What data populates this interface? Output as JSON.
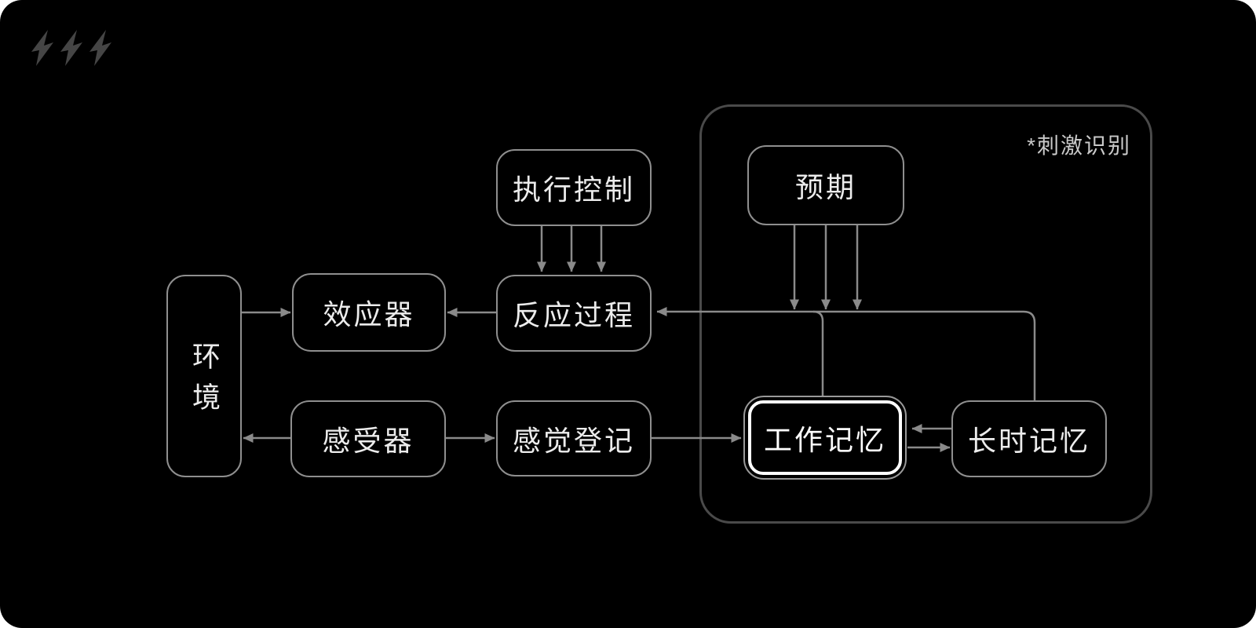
{
  "page": {
    "background": "#ffffff",
    "canvas_background": "#000000"
  },
  "decor": {
    "icons": [
      "lightning-bolt-icon",
      "lightning-bolt-icon",
      "lightning-bolt-icon"
    ]
  },
  "diagram": {
    "container": {
      "label": "*刺激识别"
    },
    "nodes": {
      "environment": {
        "label": "环境"
      },
      "effector": {
        "label": "效应器"
      },
      "receptor": {
        "label": "感受器"
      },
      "executive_control": {
        "label": "执行控制"
      },
      "response_process": {
        "label": "反应过程"
      },
      "sensory_register": {
        "label": "感觉登记"
      },
      "expectation": {
        "label": "预期"
      },
      "working_memory": {
        "label": "工作记忆",
        "highlighted": true
      },
      "long_term_memory": {
        "label": "长时记忆"
      }
    },
    "edges": [
      {
        "from": "执行控制",
        "to": "反应过程",
        "style": "three-down-arrows"
      },
      {
        "from": "环境",
        "to": "效应器"
      },
      {
        "from": "反应过程",
        "to": "效应器"
      },
      {
        "from": "感受器",
        "to": "环境"
      },
      {
        "from": "感受器",
        "to": "感觉登记"
      },
      {
        "from": "感觉登记",
        "to": "工作记忆"
      },
      {
        "from": "预期",
        "to": "反应过程连线",
        "style": "three-down-arrows"
      },
      {
        "from": "工作记忆",
        "to": "反应过程"
      },
      {
        "from": "长时记忆",
        "to": "反应过程"
      },
      {
        "from": "长时记忆",
        "to": "工作记忆"
      },
      {
        "from": "工作记忆",
        "to": "长时记忆"
      }
    ]
  },
  "colors": {
    "page_bg": "#ffffff",
    "canvas_bg": "#000000",
    "node_border": "#8f8f8f",
    "node_text": "#ececec",
    "highlight_text": "#ffffff",
    "highlight_border": "#ffffff",
    "highlight_outer_border": "#9a9a9a",
    "container_border": "#4a4a4a",
    "container_label": "#c9c9c9",
    "connector": "#8a8a8a",
    "bolt": "#454545"
  }
}
